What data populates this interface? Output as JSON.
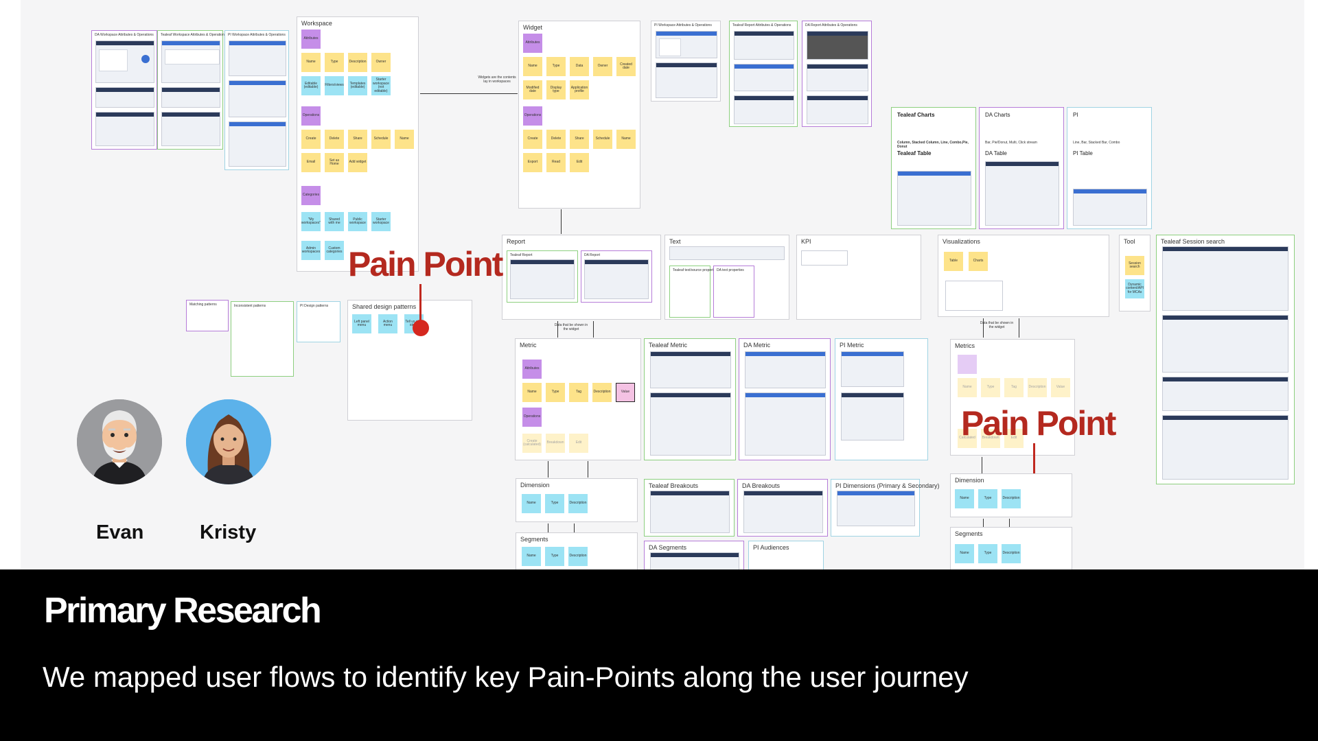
{
  "slide": {
    "title": "Primary Research",
    "subtitle": "We mapped user flows to identify key Pain-Points along the user journey"
  },
  "personas": [
    {
      "name": "Evan"
    },
    {
      "name": "Kristy"
    }
  ],
  "callouts": {
    "pain_point_1": "Pain Point",
    "pain_point_2": "Pain Point"
  },
  "thumbnails": {
    "da_workspace": "DA Workspace Attributes & Operations",
    "tealeaf_workspace": "Tealeaf Workspace Attributes & Operations",
    "pi_workspace": "PI Workspace Attributes & Operations",
    "pi_workspace_2": "PI Workspace Attributes & Operations",
    "tealeaf_report": "Tealeaf Report Attributes & Operations",
    "da_report": "DA Report Attributes & Operations",
    "matching_patterns": "Matching patterns",
    "inconsistent_patterns": "Inconsistent patterns",
    "pi_design_patterns": "PI Design patterns"
  },
  "workspace": {
    "title": "Workspace",
    "attributes_label": "Attributes",
    "attributes": [
      "Name",
      "Type",
      "Description",
      "Owner",
      "Editable (editable)",
      "Filters/views",
      "Templates (editable)",
      "Starter workspace (not editable)"
    ],
    "operations_label": "Operations",
    "operations": [
      "Create",
      "Delete",
      "Share",
      "Schedule",
      "Name",
      "Email",
      "Set as Home",
      "Add widget"
    ],
    "categories_label": "Categories",
    "categories": [
      "\"My workspaces\"",
      "Shared with me",
      "Public workspace",
      "Starter workspace",
      "Admin workspaces",
      "Custom categories"
    ]
  },
  "widget": {
    "title": "Widget",
    "attributes_label": "Attributes",
    "attributes": [
      "Name",
      "Type",
      "Data",
      "Owner",
      "Created date",
      "Modified date",
      "Display type",
      "Application profile"
    ],
    "operations_label": "Operations",
    "operations": [
      "Create",
      "Delete",
      "Share",
      "Schedule",
      "Name",
      "Export",
      "Read",
      "Edit"
    ],
    "connector_note": "Widgets are the contents lay in workspaces"
  },
  "report": {
    "title": "Report",
    "tealeaf_report": "Tealeaf Report",
    "da_report": "DA Report"
  },
  "text_frame": {
    "title": "Text",
    "tealeaf_properties": "Tealeaf text/source properties",
    "da_properties": "DA text properties"
  },
  "kpi": {
    "title": "KPI"
  },
  "visualizations": {
    "title": "Visualizations",
    "items": [
      "Table",
      "Charts"
    ]
  },
  "tool": {
    "title": "Tool",
    "items": [
      "Session search",
      "Dynamic content/API for MCAs"
    ]
  },
  "tealeaf_session_search": {
    "title": "Tealeaf Session search"
  },
  "tealeaf_charts": {
    "title": "Tealeaf Charts",
    "desc": "Column, Stacked Column, Line, Combo,Pie, Donut",
    "table_title": "Tealeaf Table"
  },
  "da_charts": {
    "title": "DA Charts",
    "desc": "Bar, Pie/Donut, Multi, Click stream",
    "table_title": "DA Table"
  },
  "pi_charts": {
    "title": "PI",
    "desc": "Line, Bar, Stacked Bar, Combo",
    "table_title": "PI Table"
  },
  "shared_patterns": {
    "title": "Shared design patterns",
    "items": [
      "Left panel menu",
      "Action menu",
      "Tell us your ideas"
    ]
  },
  "metric": {
    "title": "Metric",
    "attributes_label": "Attributes",
    "attributes": [
      "Name",
      "Type",
      "Tag",
      "Description",
      "Value"
    ],
    "operations_label": "Operations",
    "operations": [
      "Create (calculated)",
      "Breakdown",
      "Edit"
    ],
    "note_above": "Data that be shown in the widget"
  },
  "metrics_right": {
    "title": "Metrics",
    "attributes": [
      "Name",
      "Type",
      "Tag",
      "Description",
      "Value"
    ],
    "operations": [
      "Calculated",
      "Breakdown",
      "Edit"
    ],
    "note_above": "Data that be shown in the widget"
  },
  "tealeaf_metric": {
    "title": "Tealeaf Metric"
  },
  "da_metric": {
    "title": "DA Metric"
  },
  "pi_metric": {
    "title": "PI Metric"
  },
  "dimension": {
    "title": "Dimension",
    "items": [
      "Name",
      "Type",
      "Description"
    ]
  },
  "dimension_right": {
    "title": "Dimension",
    "items": [
      "Name",
      "Type",
      "Description"
    ]
  },
  "segments": {
    "title": "Segments",
    "items": [
      "Name",
      "Type",
      "Description"
    ]
  },
  "segments_right": {
    "title": "Segments",
    "items": [
      "Name",
      "Type",
      "Description"
    ]
  },
  "tealeaf_breakouts": {
    "title": "Tealeaf Breakouts"
  },
  "da_breakouts": {
    "title": "DA Breakouts"
  },
  "pi_dimensions": {
    "title": "PI Dimensions (Primary & Secondary)"
  },
  "da_segments": {
    "title": "DA Segments"
  },
  "pi_audiences": {
    "title": "PI Audiences"
  }
}
